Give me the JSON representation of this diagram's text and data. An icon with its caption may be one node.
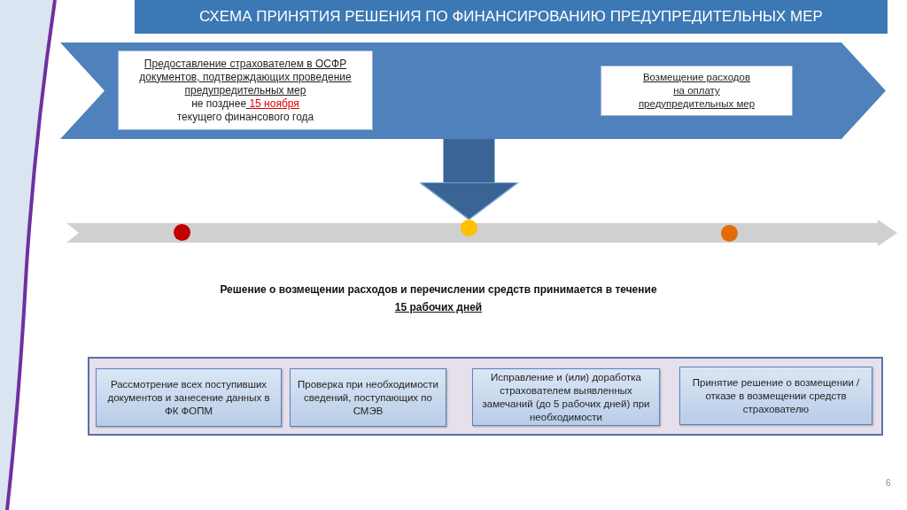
{
  "diagram": {
    "title": "СХЕМА ПРИНЯТИЯ РЕШЕНИЯ ПО ФИНАНСИРОВАНИЮ ПРЕДУПРЕДИТЕЛЬНЫХ МЕР",
    "nodes": [
      {
        "text": [],
        "shape": "band"
      },
      {
        "text": [
          "Предоставление страхователем в ОСФР документов, подтверждающих проведение предупредительных мер",
          "не позднее",
          "15 ноября",
          "текущего финансового года"
        ],
        "in": 0
      },
      {
        "text": [
          "Возмещение расходов на оплату предупредительных мер"
        ],
        "in": 0
      },
      {
        "text": [],
        "shape": "bar"
      },
      {
        "text": [],
        "shape": "circle",
        "in": 3
      },
      {
        "text": [],
        "shape": "circle",
        "in": 3
      },
      {
        "text": [],
        "shape": "circle",
        "in": 3
      },
      {
        "text": [],
        "shape": "box"
      },
      {
        "text": [
          "Рассмотрение всех поступивших документов и занесение данных в ФК ФОПМ"
        ],
        "in": 7
      },
      {
        "text": [
          "Проверка при необходимости сведений, поступающих по СМЭВ"
        ],
        "in": 7
      },
      {
        "text": [
          "Исправление и (или) доработка страхователем выявленных замечаний (до 5 рабочих  дней) при необходимости"
        ],
        "in": 7
      },
      {
        "text": [
          "Принятие решение о возмещении / отказе в возмещении средств страхователю"
        ],
        "in": 7
      }
    ],
    "edges": [
      {
        "from": 0,
        "to": 5,
        "arrow": "to",
        "color": "#3a6494"
      }
    ],
    "labels": [
      "Решение о возмещении расходов и перечислении средств принимается в течение",
      "15 рабочих дней",
      "6"
    ]
  }
}
